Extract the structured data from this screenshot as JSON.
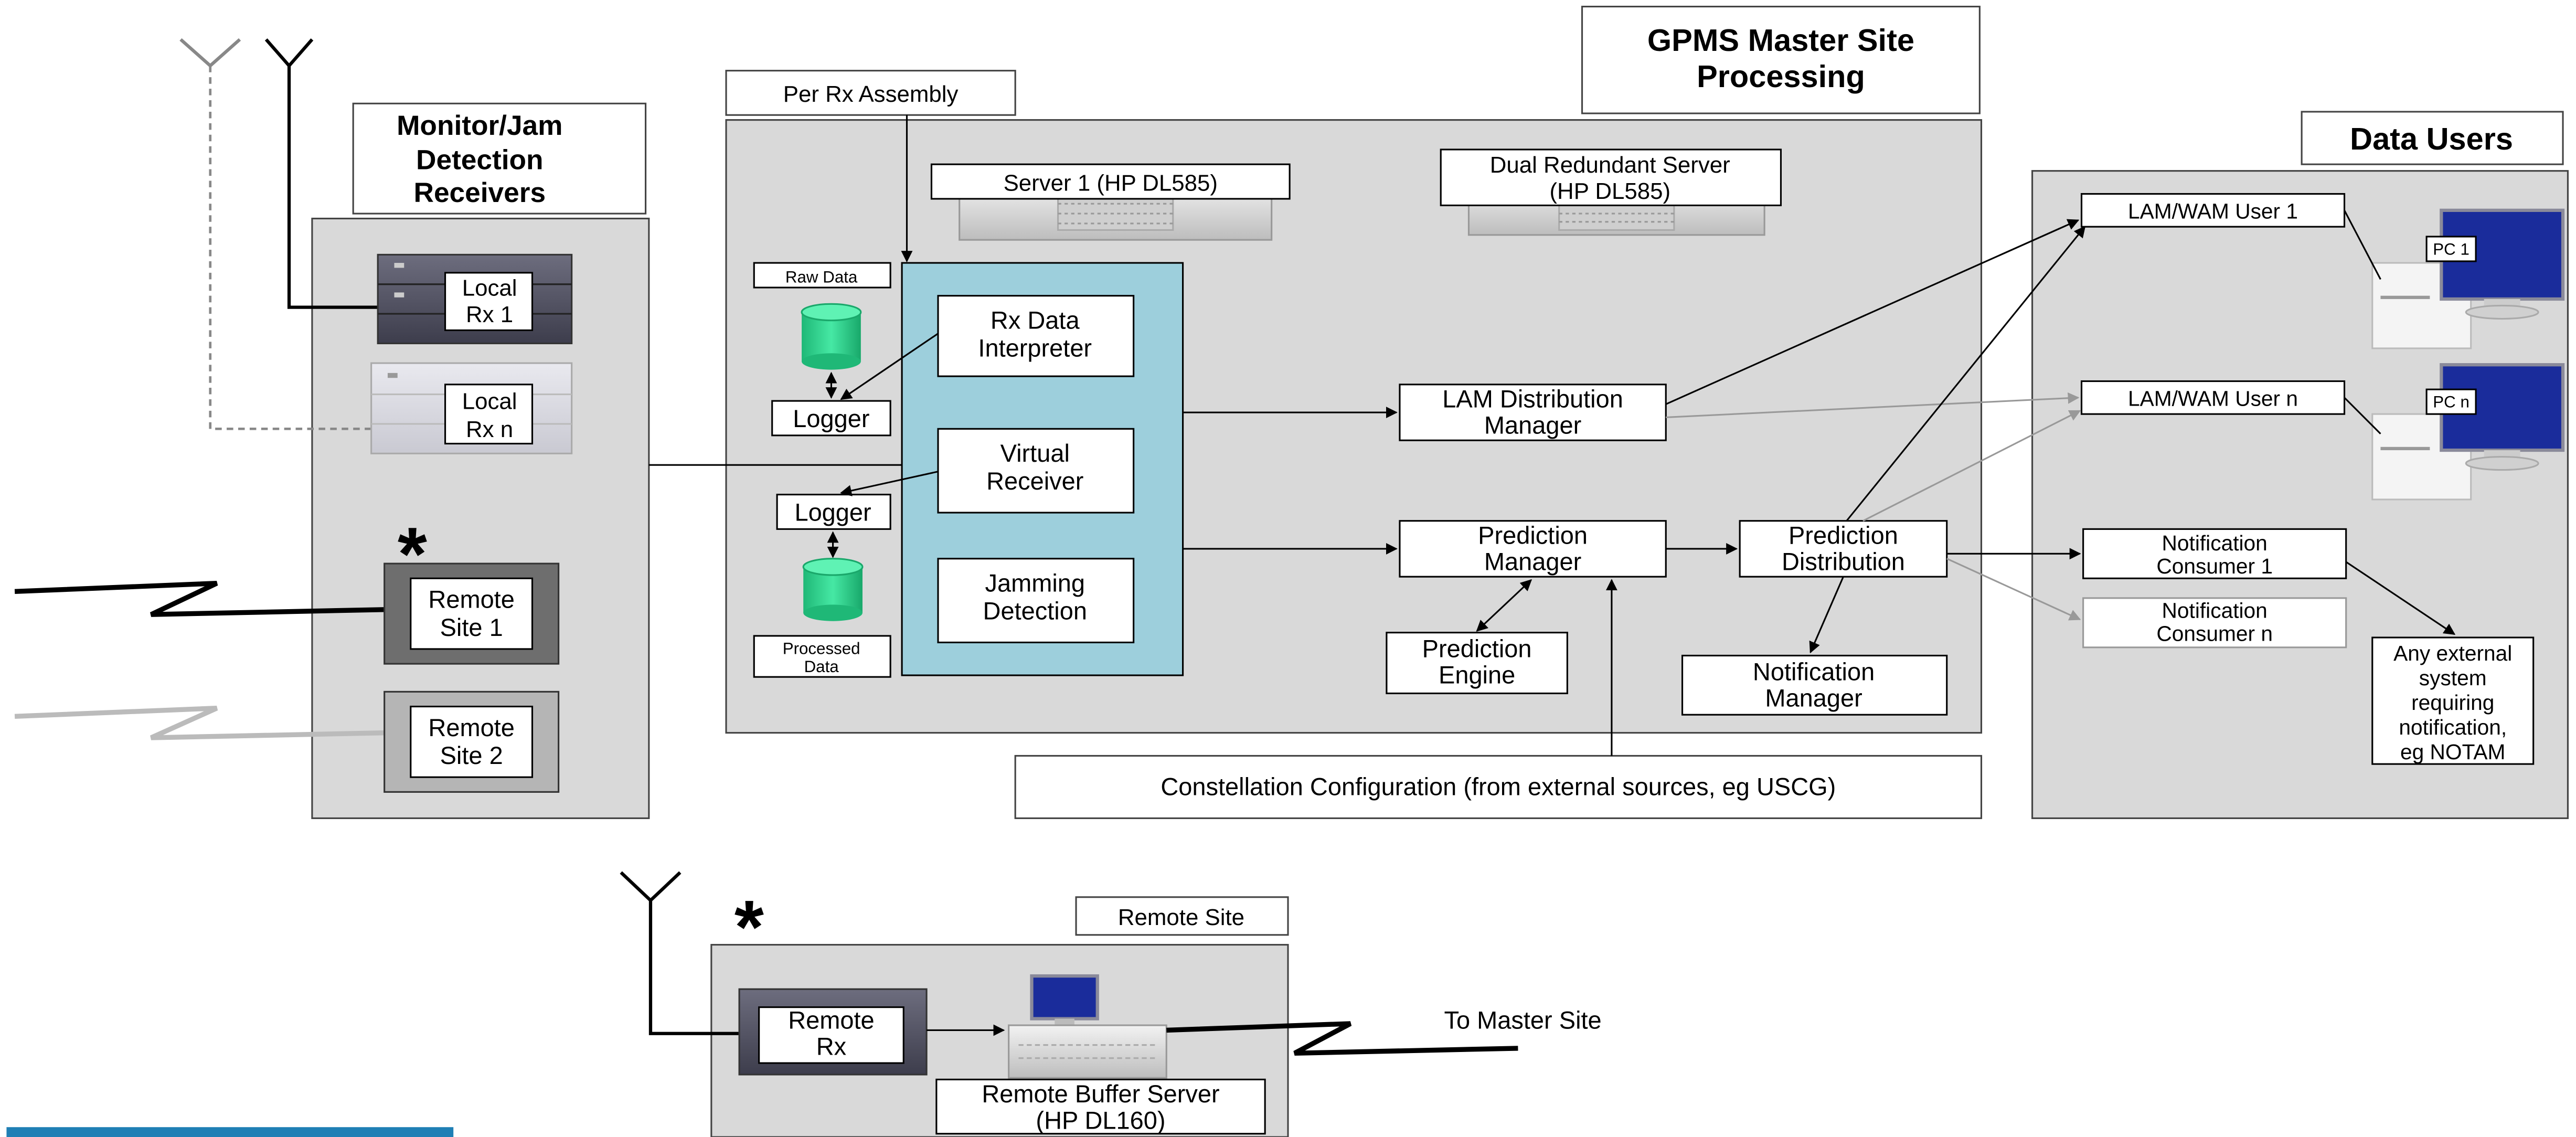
{
  "titles": {
    "gpms": [
      "GPMS Master Site",
      "Processing"
    ],
    "monitor": [
      "Monitor/Jam",
      "Detection",
      "Receivers"
    ],
    "data_users": "Data Users",
    "per_rx": "Per Rx Assembly",
    "remote_site": "Remote Site"
  },
  "servers": {
    "server1": "Server 1 (HP DL585)",
    "dual": [
      "Dual Redundant Server",
      "(HP DL585)"
    ],
    "remote_buffer": [
      "Remote Buffer Server",
      "(HP DL160)"
    ]
  },
  "receivers": {
    "local1": [
      "Local",
      "Rx 1"
    ],
    "localn": [
      "Local",
      "Rx n"
    ],
    "remote1": [
      "Remote",
      "Site 1"
    ],
    "remote2": [
      "Remote",
      "Site 2"
    ],
    "remote_rx": [
      "Remote",
      "Rx"
    ],
    "asterisk": "*"
  },
  "rx_assembly": {
    "raw_data": "Raw Data",
    "processed_data": [
      "Processed",
      "Data"
    ],
    "logger": "Logger",
    "interpreter": [
      "Rx Data",
      "Interpreter"
    ],
    "virtual_receiver": [
      "Virtual",
      "Receiver"
    ],
    "jamming": [
      "Jamming",
      "Detection"
    ]
  },
  "processing": {
    "lam_dist": [
      "LAM Distribution",
      "Manager"
    ],
    "pred_manager": [
      "Prediction",
      "Manager"
    ],
    "pred_engine": [
      "Prediction",
      "Engine"
    ],
    "pred_dist": [
      "Prediction",
      "Distribution"
    ],
    "notif_manager": [
      "Notification",
      "Manager"
    ],
    "constellation": "Constellation Configuration (from external sources, eg USCG)"
  },
  "users": {
    "lam1": "LAM/WAM User 1",
    "lamn": "LAM/WAM User n",
    "pc1": "PC 1",
    "pcn": "PC n",
    "notif1": [
      "Notification",
      "Consumer 1"
    ],
    "notifn": [
      "Notification",
      "Consumer n"
    ],
    "external": [
      "Any external",
      "system",
      "requiring",
      "notification,",
      "eg NOTAM"
    ]
  },
  "to_master": "To Master Site",
  "colors": {
    "panel": "#d9d9d9",
    "assembly": "#9dcfdc",
    "cylinder": "#27d08a",
    "monitor_screen": "#1a2c9b",
    "bottom_bar": "#1f7fb5"
  }
}
